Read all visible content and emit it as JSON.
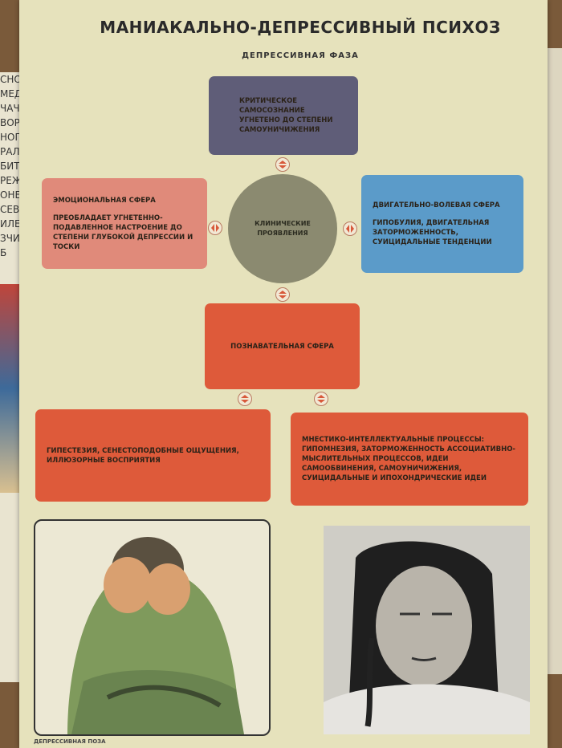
{
  "background_fragments": [
    "СНОР",
    "МЕД",
    "ЧАЧНА",
    "ВОРЕ",
    "НОГЕ",
    "РАЛС",
    "БИТЕ",
    "РЕЖ",
    "ОНЕ",
    "СЕВЕ",
    "ИЛЕН",
    "ЗЧИ",
    "Б"
  ],
  "poster": {
    "title": "МАНИАКАЛЬНО-ДЕПРЕССИВНЫЙ ПСИХОЗ",
    "subtitle": "ДЕПРЕССИВНАЯ ФАЗА",
    "center": "КЛИНИЧЕСКИЕ ПРОЯВЛЕНИЯ",
    "top_box": "КРИТИЧЕСКОЕ САМОСОЗНАНИЕ УГНЕТЕНО ДО СТЕПЕНИ САМОУНИЧИЖЕНИЯ",
    "left_box": {
      "heading": "ЭМОЦИОНАЛЬНАЯ СФЕРА",
      "text": "ПРЕОБЛАДАЕТ УГНЕТЕННО-ПОДАВЛЕННОЕ НАСТРОЕНИЕ ДО СТЕПЕНИ ГЛУБОКОЙ ДЕПРЕССИИ И ТОСКИ"
    },
    "right_box": {
      "heading": "ДВИГАТЕЛЬНО-ВОЛЕВАЯ СФЕРА",
      "text": "ГИПОБУЛИЯ, ДВИГАТЕЛЬНАЯ ЗАТОРМОЖЕННОСТЬ, СУИЦИДАЛЬНЫЕ ТЕНДЕНЦИИ"
    },
    "middle_box": "ПОЗНАВАТЕЛЬНАЯ СФЕРА",
    "bottom_left_box": "ГИПЕСТЕЗИЯ, СЕНЕСТОПОДОБНЫЕ ОЩУЩЕНИЯ, ИЛЛЮЗОРНЫЕ ВОСПРИЯТИЯ",
    "bottom_right_box": "МНЕСТИКО-ИНТЕЛЛЕКТУАЛЬНЫЕ ПРОЦЕССЫ: ГИПОМНЕЗИЯ, ЗАТОРМОЖЕННОСТЬ АССОЦИАТИВНО-МЫСЛИТЕЛЬНЫХ ПРОЦЕССОВ, ИДЕИ САМООБВИНЕНИЯ, САМОУНИЧИЖЕНИЯ, СУИЦИДАЛЬНЫЕ И ИПОХОНДРИЧЕСКИЕ ИДЕИ",
    "caption": "ДЕПРЕССИВНАЯ ПОЗА"
  },
  "colors": {
    "top": "#5f5d78",
    "left": "#e08a7a",
    "right": "#5b9bc9",
    "orange": "#de5a3a",
    "circle": "#8b8a70"
  }
}
